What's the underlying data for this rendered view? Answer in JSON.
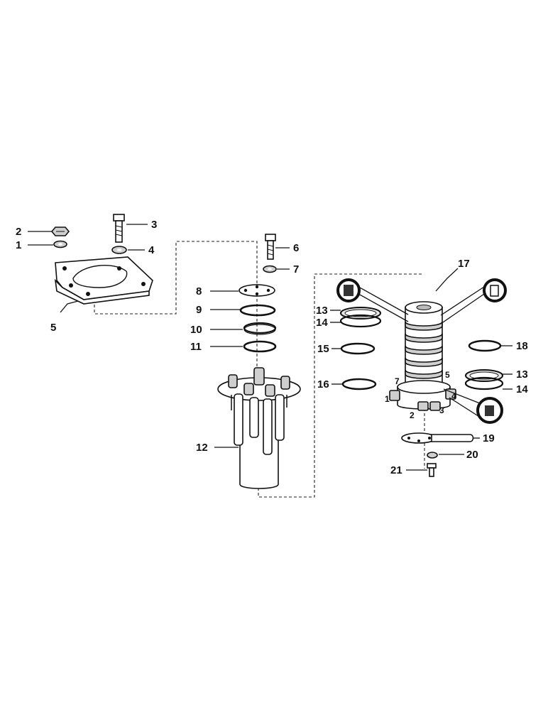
{
  "diagram": {
    "callouts": {
      "c1": "1",
      "c2": "2",
      "c3": "3",
      "c4": "4",
      "c5": "5",
      "c6": "6",
      "c7": "7",
      "c8": "8",
      "c9": "9",
      "c10": "10",
      "c11": "11",
      "c12": "12",
      "c13a": "13",
      "c14a": "14",
      "c15": "15",
      "c16": "16",
      "c17": "17",
      "c18": "18",
      "c13b": "13",
      "c14b": "14",
      "c19": "19",
      "c20": "20",
      "c21": "21"
    },
    "port_labels": {
      "p1": "1",
      "p2": "2",
      "p3": "3",
      "p4": "4",
      "p5": "5",
      "p7": "7"
    }
  }
}
